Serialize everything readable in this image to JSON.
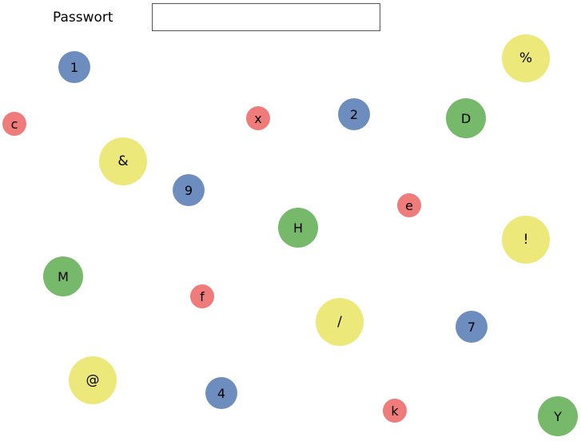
{
  "form": {
    "password_label": "Passwort",
    "password_value": "",
    "password_placeholder": ""
  },
  "palette": {
    "red": "#ef7b7b",
    "blue": "#6d8dbf",
    "green": "#77b96a",
    "yellow": "#ece97a"
  },
  "keys": [
    {
      "char": "1",
      "color": "blue"
    },
    {
      "char": "%",
      "color": "yellow"
    },
    {
      "char": "c",
      "color": "red"
    },
    {
      "char": "x",
      "color": "red"
    },
    {
      "char": "2",
      "color": "blue"
    },
    {
      "char": "D",
      "color": "green"
    },
    {
      "char": "&",
      "color": "yellow"
    },
    {
      "char": "9",
      "color": "blue"
    },
    {
      "char": "e",
      "color": "red"
    },
    {
      "char": "H",
      "color": "green"
    },
    {
      "char": "!",
      "color": "yellow"
    },
    {
      "char": "M",
      "color": "green"
    },
    {
      "char": "f",
      "color": "red"
    },
    {
      "char": "/",
      "color": "yellow"
    },
    {
      "char": "7",
      "color": "blue"
    },
    {
      "char": "@",
      "color": "yellow"
    },
    {
      "char": "4",
      "color": "blue"
    },
    {
      "char": "k",
      "color": "red"
    },
    {
      "char": "Y",
      "color": "green"
    }
  ]
}
